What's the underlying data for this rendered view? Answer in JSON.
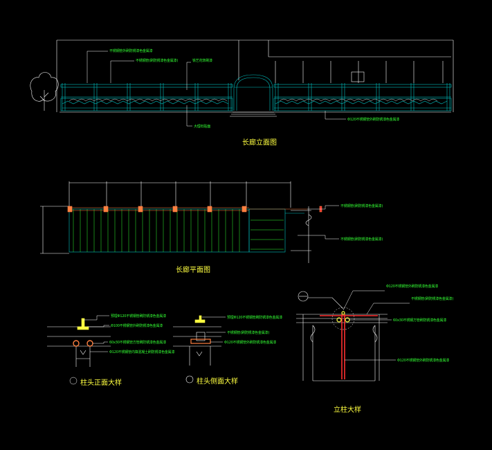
{
  "titles": {
    "elevation": "长廊立面图",
    "plan": "长廊平面图",
    "head_front": "柱头正面大样",
    "head_side": "柱头侧面大样",
    "column": "立柱大样"
  },
  "notes": {
    "elev_1": "不锈钢管外刷防锈漆色金属漆",
    "elev_2": "不锈钢管(刷防锈漆色金属漆)",
    "elev_3": "铁艺花饰刷漆",
    "elev_4": "大理石贴面",
    "elev_5": "Φ120不锈钢管外刷防锈漆色金属漆",
    "plan_1": "不锈钢管(刷防锈漆色金属漆)",
    "plan_2": "不锈钢管(刷防锈漆色金属漆)",
    "hf_1": "预埋Φ120不锈钢管刷防锈漆色金属漆",
    "hf_2": "Φ100不锈钢管外刷防锈漆色金属漆",
    "hf_3": "60x30不锈钢管方管刷防锈漆色金属漆",
    "hf_4": "Φ120不锈钢管内填混凝土刷防锈漆色金属漆",
    "hs_1": "预埋Φ120不锈钢管刷防锈漆色金属漆",
    "hs_2": "不锈钢管(刷防锈漆色金属漆)",
    "hs_3": "Φ120不锈钢管外刷防锈漆色金属漆",
    "col_1": "Φ120不锈钢管外刷防锈漆色金属漆",
    "col_2": "不锈钢管(刷防锈漆色金属漆)",
    "col_3": "60x30不锈钢方管刷防锈漆色金属漆",
    "col_4": "Φ120不锈钢管外刷防锈漆色金属漆"
  },
  "colors": {
    "background": "#000000",
    "dimension": "#ffffff",
    "frame": "#00c0c0",
    "beam": "#ff8040",
    "column": "#ff3030",
    "label": "#33ff33",
    "title": "#ffff40"
  }
}
